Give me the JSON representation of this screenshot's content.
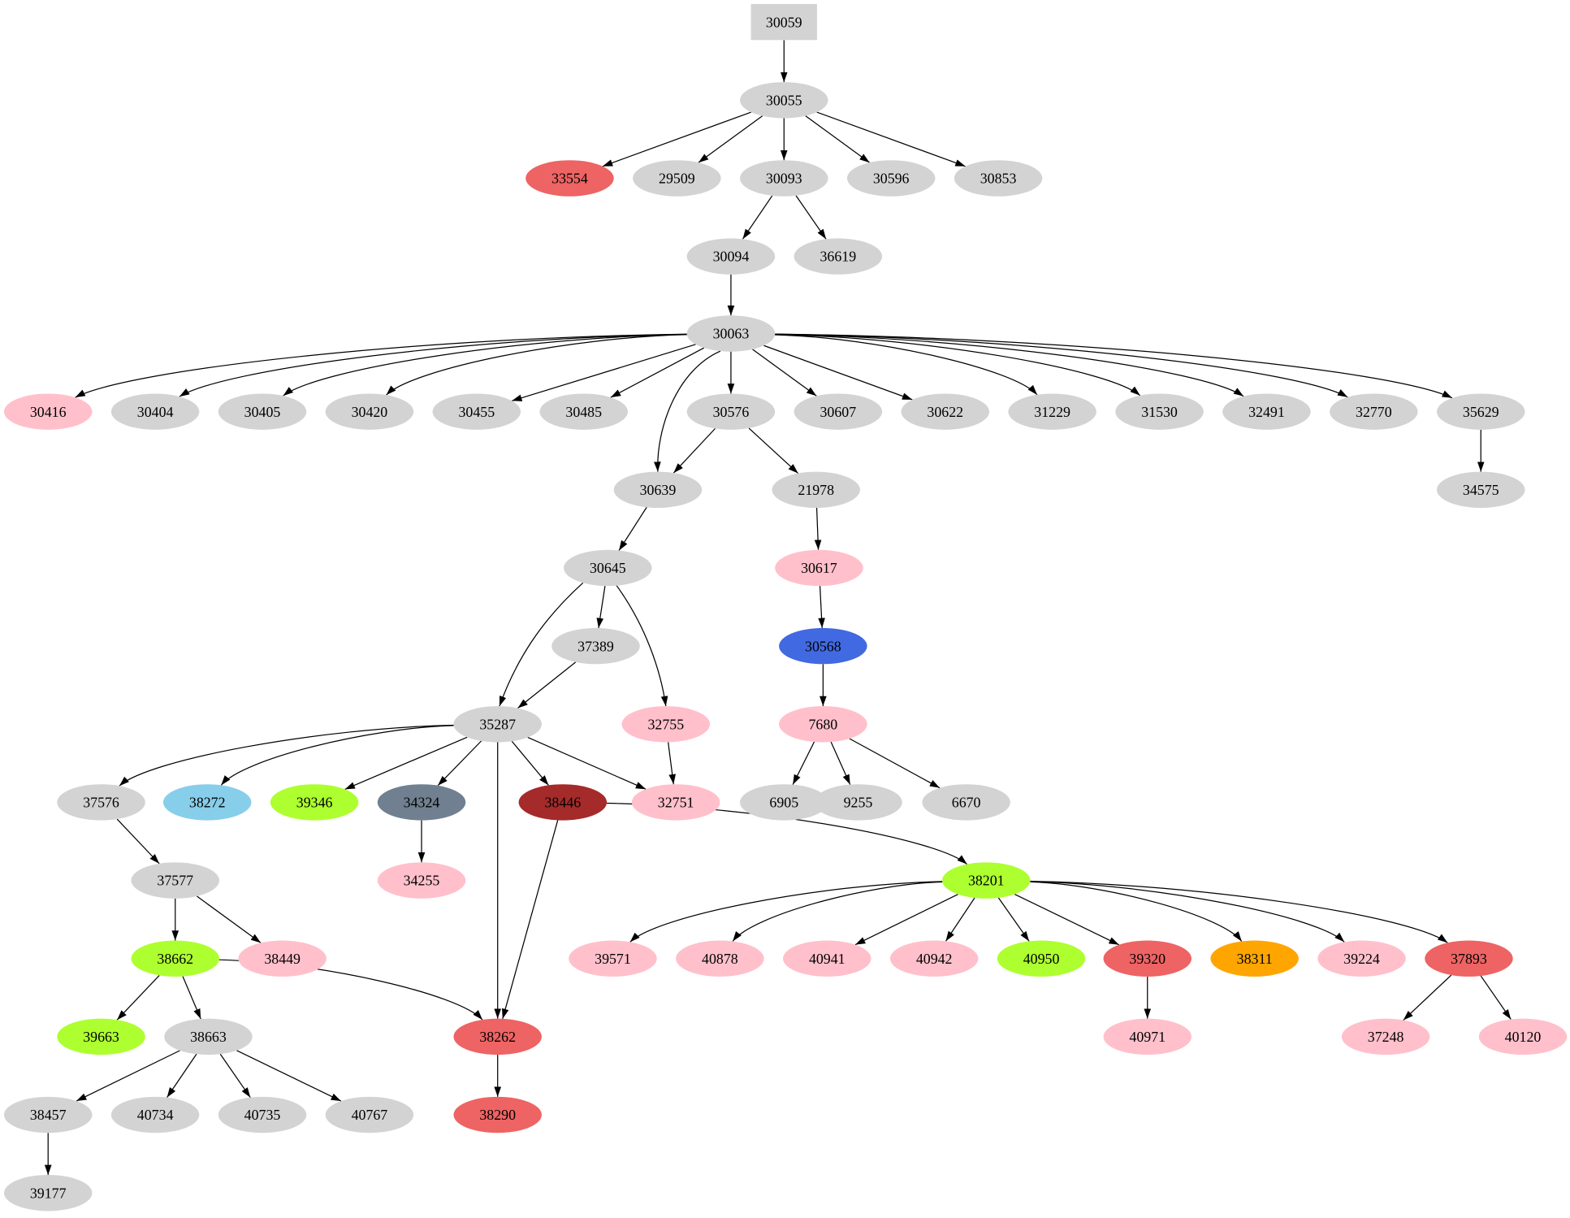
{
  "colors": {
    "default": "#d3d3d3",
    "pink": "#ffc0cb",
    "red": "#ee6363",
    "blue": "#4169e1",
    "skyblue": "#87ceeb",
    "green": "#adff2f",
    "slate": "#708090",
    "brown": "#a52a2a",
    "orange": "#ffa500"
  },
  "nodes": [
    {
      "label": "30059",
      "color": "default",
      "shape": "box"
    },
    {
      "label": "30055",
      "color": "default"
    },
    {
      "label": "33554",
      "color": "red"
    },
    {
      "label": "29509",
      "color": "default"
    },
    {
      "label": "30093",
      "color": "default"
    },
    {
      "label": "30596",
      "color": "default"
    },
    {
      "label": "30853",
      "color": "default"
    },
    {
      "label": "30094",
      "color": "default"
    },
    {
      "label": "36619",
      "color": "default"
    },
    {
      "label": "30063",
      "color": "default"
    },
    {
      "label": "30416",
      "color": "pink"
    },
    {
      "label": "30404",
      "color": "default"
    },
    {
      "label": "30405",
      "color": "default"
    },
    {
      "label": "30420",
      "color": "default"
    },
    {
      "label": "30455",
      "color": "default"
    },
    {
      "label": "30485",
      "color": "default"
    },
    {
      "label": "30576",
      "color": "default"
    },
    {
      "label": "30607",
      "color": "default"
    },
    {
      "label": "30622",
      "color": "default"
    },
    {
      "label": "31229",
      "color": "default"
    },
    {
      "label": "31530",
      "color": "default"
    },
    {
      "label": "32491",
      "color": "default"
    },
    {
      "label": "32770",
      "color": "default"
    },
    {
      "label": "35629",
      "color": "default"
    },
    {
      "label": "30639",
      "color": "default"
    },
    {
      "label": "21978",
      "color": "default"
    },
    {
      "label": "34575",
      "color": "default"
    },
    {
      "label": "30645",
      "color": "default"
    },
    {
      "label": "30617",
      "color": "pink"
    },
    {
      "label": "37389",
      "color": "default"
    },
    {
      "label": "30568",
      "color": "blue"
    },
    {
      "label": "35287",
      "color": "default"
    },
    {
      "label": "32755",
      "color": "pink"
    },
    {
      "label": "7680",
      "color": "pink"
    },
    {
      "label": "37576",
      "color": "default"
    },
    {
      "label": "38272",
      "color": "skyblue"
    },
    {
      "label": "39346",
      "color": "green"
    },
    {
      "label": "34324",
      "color": "slate"
    },
    {
      "label": "38446",
      "color": "brown"
    },
    {
      "label": "32751",
      "color": "pink"
    },
    {
      "label": "6905",
      "color": "default"
    },
    {
      "label": "9255",
      "color": "default"
    },
    {
      "label": "6670",
      "color": "default"
    },
    {
      "label": "37577",
      "color": "default"
    },
    {
      "label": "34255",
      "color": "pink"
    },
    {
      "label": "38201",
      "color": "green"
    },
    {
      "label": "38662",
      "color": "green"
    },
    {
      "label": "38449",
      "color": "pink"
    },
    {
      "label": "39571",
      "color": "pink"
    },
    {
      "label": "40878",
      "color": "pink"
    },
    {
      "label": "40941",
      "color": "pink"
    },
    {
      "label": "40942",
      "color": "pink"
    },
    {
      "label": "40950",
      "color": "green"
    },
    {
      "label": "39320",
      "color": "red"
    },
    {
      "label": "38311",
      "color": "orange"
    },
    {
      "label": "39224",
      "color": "pink"
    },
    {
      "label": "37893",
      "color": "red"
    },
    {
      "label": "39663",
      "color": "green"
    },
    {
      "label": "38663",
      "color": "default"
    },
    {
      "label": "38262",
      "color": "red"
    },
    {
      "label": "40971",
      "color": "pink"
    },
    {
      "label": "37248",
      "color": "pink"
    },
    {
      "label": "40120",
      "color": "pink"
    },
    {
      "label": "38457",
      "color": "default"
    },
    {
      "label": "40734",
      "color": "default"
    },
    {
      "label": "40735",
      "color": "default"
    },
    {
      "label": "40767",
      "color": "default"
    },
    {
      "label": "38290",
      "color": "red"
    },
    {
      "label": "39177",
      "color": "default"
    }
  ],
  "edges": [
    [
      "30059",
      "30055"
    ],
    [
      "30055",
      "33554"
    ],
    [
      "30055",
      "29509"
    ],
    [
      "30055",
      "30093"
    ],
    [
      "30055",
      "30596"
    ],
    [
      "30055",
      "30853"
    ],
    [
      "30093",
      "30094"
    ],
    [
      "30093",
      "36619"
    ],
    [
      "30094",
      "30063"
    ],
    [
      "30063",
      "30416"
    ],
    [
      "30063",
      "30404"
    ],
    [
      "30063",
      "30405"
    ],
    [
      "30063",
      "30420"
    ],
    [
      "30063",
      "30455"
    ],
    [
      "30063",
      "30485"
    ],
    [
      "30063",
      "30639"
    ],
    [
      "30063",
      "30576"
    ],
    [
      "30063",
      "30607"
    ],
    [
      "30063",
      "30622"
    ],
    [
      "30063",
      "31229"
    ],
    [
      "30063",
      "31530"
    ],
    [
      "30063",
      "32491"
    ],
    [
      "30063",
      "32770"
    ],
    [
      "30063",
      "35629"
    ],
    [
      "30576",
      "30639"
    ],
    [
      "30576",
      "21978"
    ],
    [
      "35629",
      "34575"
    ],
    [
      "30639",
      "30645"
    ],
    [
      "21978",
      "30617"
    ],
    [
      "30617",
      "30568"
    ],
    [
      "30568",
      "7680"
    ],
    [
      "30645",
      "35287"
    ],
    [
      "30645",
      "37389"
    ],
    [
      "30645",
      "32755"
    ],
    [
      "37389",
      "35287"
    ],
    [
      "32755",
      "32751"
    ],
    [
      "7680",
      "6905"
    ],
    [
      "7680",
      "9255"
    ],
    [
      "7680",
      "6670"
    ],
    [
      "35287",
      "37576"
    ],
    [
      "35287",
      "38272"
    ],
    [
      "35287",
      "39346"
    ],
    [
      "35287",
      "34324"
    ],
    [
      "35287",
      "38262"
    ],
    [
      "35287",
      "38446"
    ],
    [
      "35287",
      "32751"
    ],
    [
      "34324",
      "34255"
    ],
    [
      "38446",
      "38201"
    ],
    [
      "38446",
      "38262"
    ],
    [
      "37576",
      "37577"
    ],
    [
      "37577",
      "38662"
    ],
    [
      "37577",
      "38449"
    ],
    [
      "38662",
      "39663"
    ],
    [
      "38662",
      "38663"
    ],
    [
      "38662",
      "38262"
    ],
    [
      "38201",
      "39571"
    ],
    [
      "38201",
      "40878"
    ],
    [
      "38201",
      "40941"
    ],
    [
      "38201",
      "40942"
    ],
    [
      "38201",
      "40950"
    ],
    [
      "38201",
      "39320"
    ],
    [
      "38201",
      "38311"
    ],
    [
      "38201",
      "39224"
    ],
    [
      "38201",
      "37893"
    ],
    [
      "39320",
      "40971"
    ],
    [
      "37893",
      "37248"
    ],
    [
      "37893",
      "40120"
    ],
    [
      "38262",
      "38290"
    ],
    [
      "38663",
      "38457"
    ],
    [
      "38663",
      "40734"
    ],
    [
      "38663",
      "40735"
    ],
    [
      "38663",
      "40767"
    ],
    [
      "38457",
      "39177"
    ]
  ]
}
